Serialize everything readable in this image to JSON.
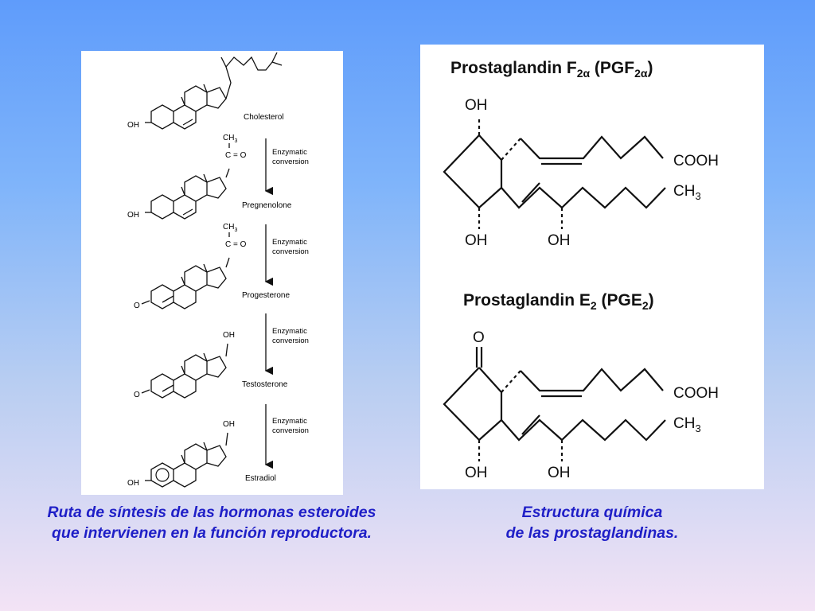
{
  "left_figure": {
    "compounds": {
      "cholesterol": "Cholesterol",
      "pregnenolone": "Pregnenolone",
      "progesterone": "Progesterone",
      "testosterone": "Testosterone",
      "estradiol": "Estradiol"
    },
    "step_label_line1": "Enzymatic",
    "step_label_line2": "conversion",
    "groups": {
      "oh": "OH",
      "ch3": "CH",
      "ch3_sub": "3",
      "ketone": "C = O",
      "o": "O"
    }
  },
  "right_figure": {
    "pgf2a": {
      "name": "Prostaglandin F",
      "sub1": "2α",
      "abbr_open": " (PGF",
      "sub2": "2α",
      "abbr_close": ")"
    },
    "pge2": {
      "name": "Prostaglandin E",
      "sub1": "2",
      "abbr_open": " (PGE",
      "sub2": "2",
      "abbr_close": ")"
    },
    "groups": {
      "oh": "OH",
      "o": "O",
      "cooh": "COOH",
      "ch3": "CH",
      "ch3_sub": "3"
    }
  },
  "captions": {
    "left_line1": "Ruta de síntesis de las hormonas esteroides",
    "left_line2": "que intervienen en la función reproductora.",
    "right_line1": "Estructura química",
    "right_line2": "de las prostaglandinas."
  }
}
